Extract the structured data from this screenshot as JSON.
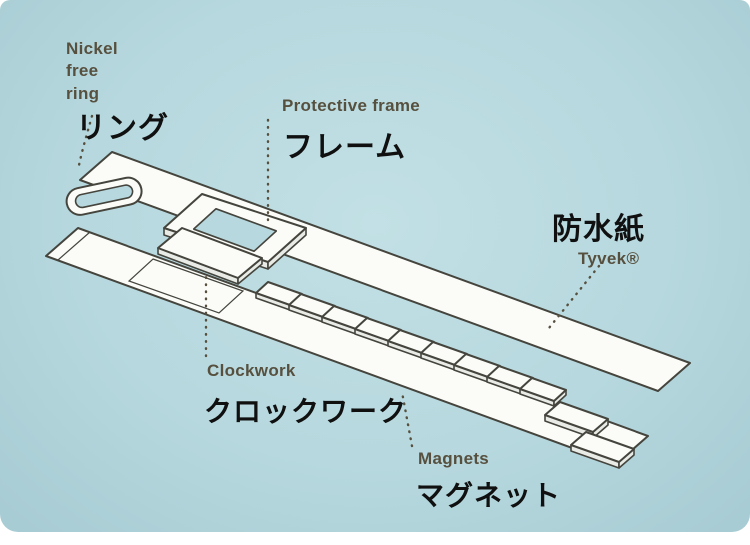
{
  "colors": {
    "bg": "#b6d8de",
    "line": "#45453e",
    "label": "#57503f",
    "jp": "#101010",
    "paper": "#fbfbf8"
  },
  "labels": {
    "ring_en": "Nickel\nfree\nring",
    "ring_jp": "リング",
    "frame_en": "Protective frame",
    "frame_jp": "フレーム",
    "waterproof_jp": "防水紙",
    "waterproof_en": "Tyvek®",
    "clockwork_en": "Clockwork",
    "clockwork_jp": "クロックワーク",
    "magnets_en": "Magnets",
    "magnets_jp": "マグネット"
  }
}
